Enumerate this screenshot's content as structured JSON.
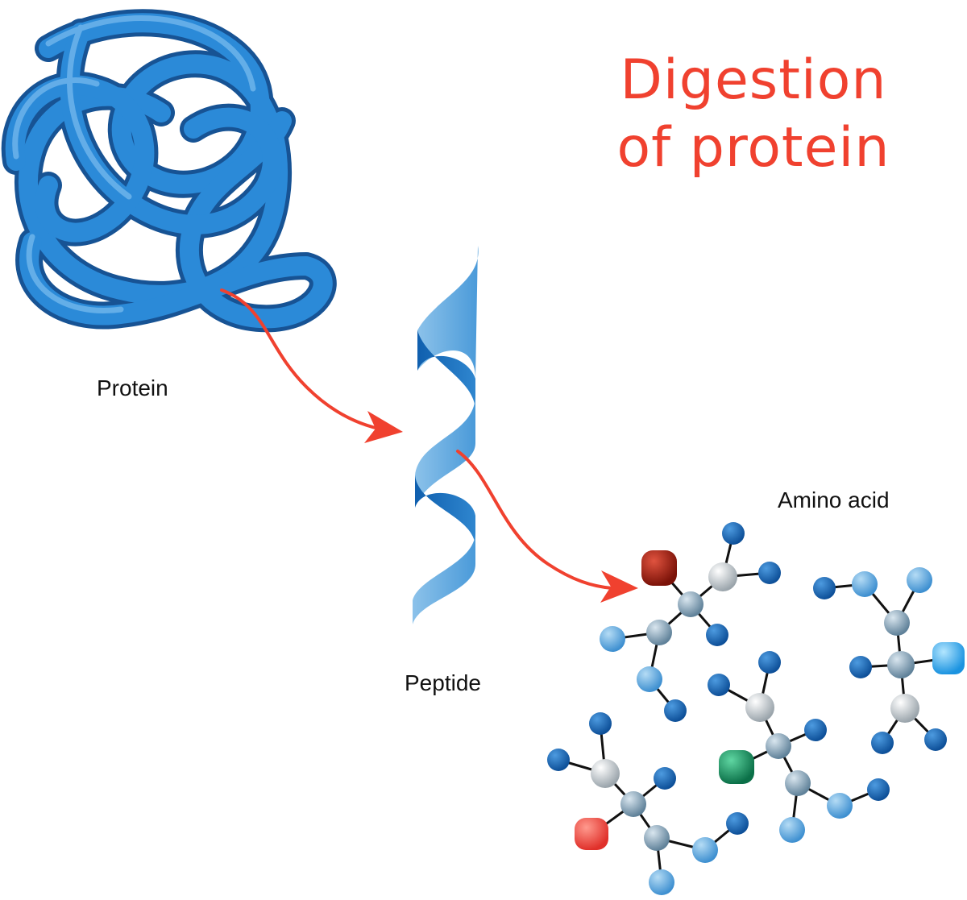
{
  "title": {
    "line1": "Digestion",
    "line2": "of protein"
  },
  "labels": {
    "protein": "Protein",
    "peptide": "Peptide",
    "amino_acid": "Amino acid"
  },
  "colors": {
    "title": "#f0412f",
    "arrow": "#f0412f",
    "protein_blue": "#1f7ac4",
    "atom_dark": "#1565b0",
    "atom_light": "#5aa6dc",
    "atom_grey": "#c8d0d6",
    "atom_red_dark": "#a51d12",
    "atom_red": "#ef4a44",
    "atom_green": "#1e9a6a",
    "atom_cyan": "#3fb3f0"
  }
}
